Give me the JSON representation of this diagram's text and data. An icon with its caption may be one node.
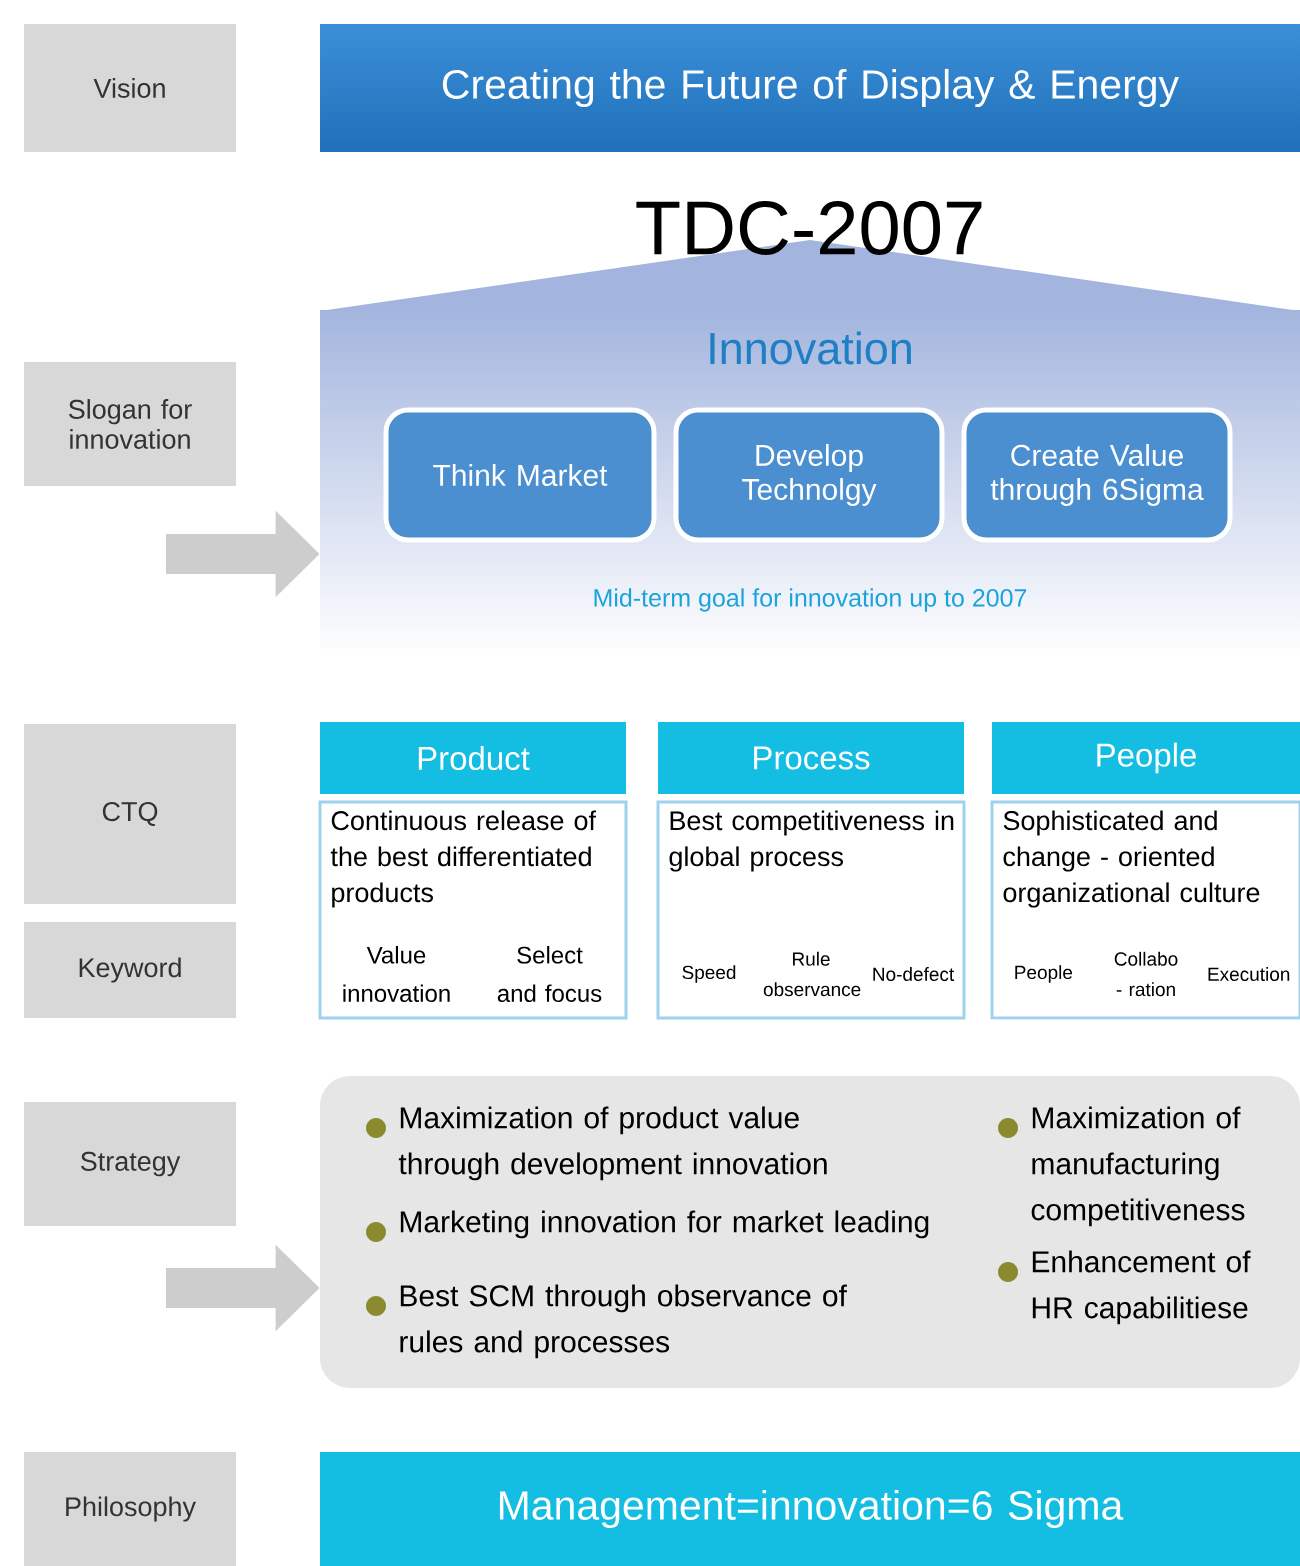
{
  "diagram": {
    "nodes": [
      {
        "text": [
          "Vision"
        ]
      },
      {
        "text": [
          "Creating the Future of Display & Energy"
        ]
      },
      {
        "text": [
          "Slogan for innovation"
        ]
      },
      {
        "text": [
          "TDC-2007",
          "Innovation",
          "Mid-term goal for innovation up to 2007"
        ]
      },
      {
        "text": [
          "Think Market"
        ],
        "in": 3
      },
      {
        "text": [
          "Develop Technolgy"
        ],
        "in": 3
      },
      {
        "text": [
          "Create Value through 6Sigma"
        ],
        "in": 3
      },
      {
        "text": [
          "CTQ"
        ]
      },
      {
        "text": [
          "Keyword"
        ]
      },
      {
        "text": [
          "Product"
        ]
      },
      {
        "text": [
          "Continuous release of the best differentiated products",
          "Value innovation",
          "Select and focus"
        ]
      },
      {
        "text": [
          "Process"
        ]
      },
      {
        "text": [
          "Best competitiveness in global process",
          "Speed",
          "Rule observance",
          "No-defect"
        ]
      },
      {
        "text": [
          "People"
        ]
      },
      {
        "text": [
          "Sophisticated and change - oriented organizational culture",
          "People",
          "Collabo - ration",
          "Execution"
        ]
      },
      {
        "text": [
          "Strategy"
        ]
      },
      {
        "text": [
          "Maximization of product value through development innovation",
          "Marketing innovation for market leading",
          "Best SCM through observance of rules and processes",
          "Maximization of manufacturing competitiveness",
          "Enhancement of HR capabilitiese"
        ]
      },
      {
        "text": [
          "Philosophy"
        ]
      },
      {
        "text": [
          "Management=innovation=6 Sigma"
        ]
      }
    ],
    "edges": [
      {
        "from": null,
        "to": 3,
        "arrow": "to"
      },
      {
        "from": null,
        "to": 16,
        "arrow": "to"
      }
    ]
  }
}
